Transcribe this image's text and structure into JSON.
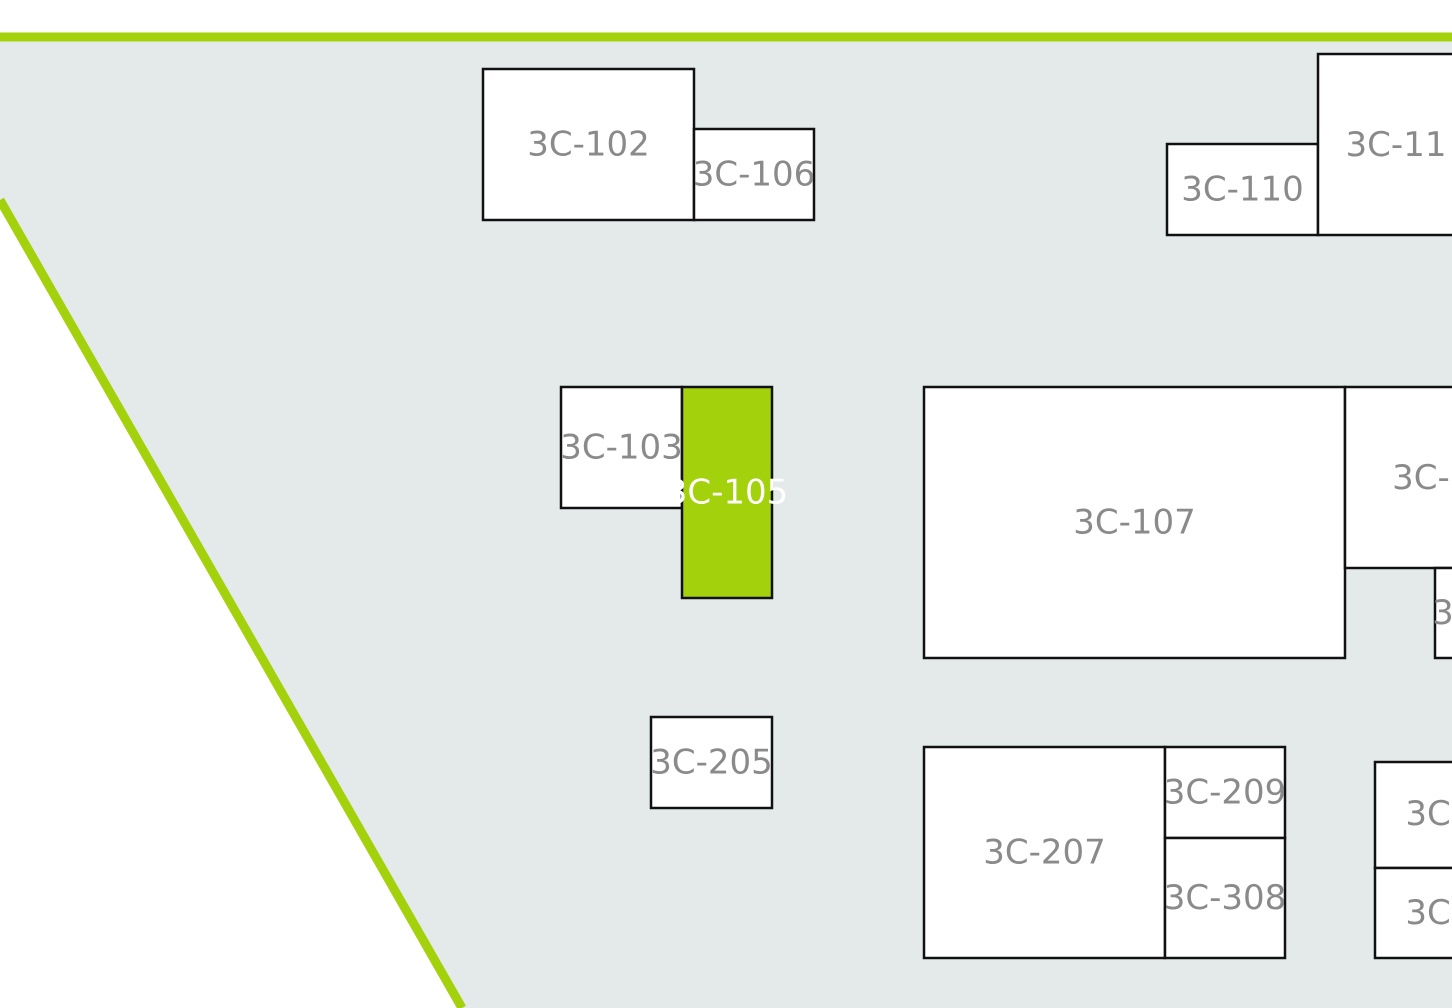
{
  "colors": {
    "background": "#ffffff",
    "hall_floor": "#e4eaea",
    "hall_border": "#a3d10c",
    "booth_fill": "#ffffff",
    "booth_border": "#111111",
    "booth_label": "#8a8a8a",
    "selected_fill": "#a3d10c",
    "selected_label": "#ffffff"
  },
  "booths": [
    {
      "id": "3C-102",
      "label": "3C-102",
      "selected": false
    },
    {
      "id": "3C-106",
      "label": "3C-106",
      "selected": false
    },
    {
      "id": "3C-110",
      "label": "3C-110",
      "selected": false
    },
    {
      "id": "3C-11x",
      "label": "3C-11",
      "selected": false
    },
    {
      "id": "3C-103",
      "label": "3C-103",
      "selected": false
    },
    {
      "id": "3C-105",
      "label": "3C-105",
      "selected": true
    },
    {
      "id": "3C-107",
      "label": "3C-107",
      "selected": false
    },
    {
      "id": "3C-right-1",
      "label": "3C-",
      "selected": false
    },
    {
      "id": "3C-right-2",
      "label": "3",
      "selected": false
    },
    {
      "id": "3C-205",
      "label": "3C-205",
      "selected": false
    },
    {
      "id": "3C-207",
      "label": "3C-207",
      "selected": false
    },
    {
      "id": "3C-209",
      "label": "3C-209",
      "selected": false
    },
    {
      "id": "3C-308",
      "label": "3C-308",
      "selected": false
    },
    {
      "id": "3C-right-3",
      "label": "3C",
      "selected": false
    },
    {
      "id": "3C-right-4",
      "label": "3C",
      "selected": false
    }
  ]
}
